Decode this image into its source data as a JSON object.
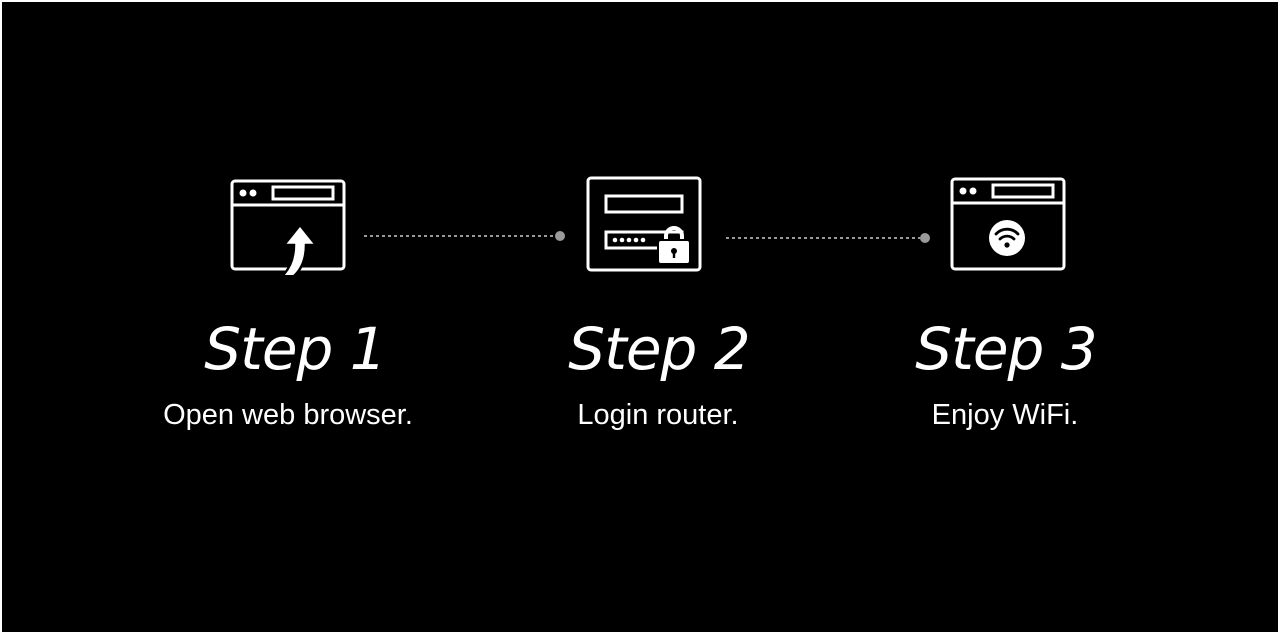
{
  "colors": {
    "background": "#000000",
    "foreground": "#ffffff",
    "connector": "#9a9a9a"
  },
  "steps": [
    {
      "title": "Step 1",
      "description": "Open web browser.",
      "icon": "browser-arrow-icon"
    },
    {
      "title": "Step 2",
      "description": "Login router.",
      "icon": "login-lock-icon"
    },
    {
      "title": "Step 3",
      "description": "Enjoy WiFi.",
      "icon": "browser-wifi-icon"
    }
  ]
}
